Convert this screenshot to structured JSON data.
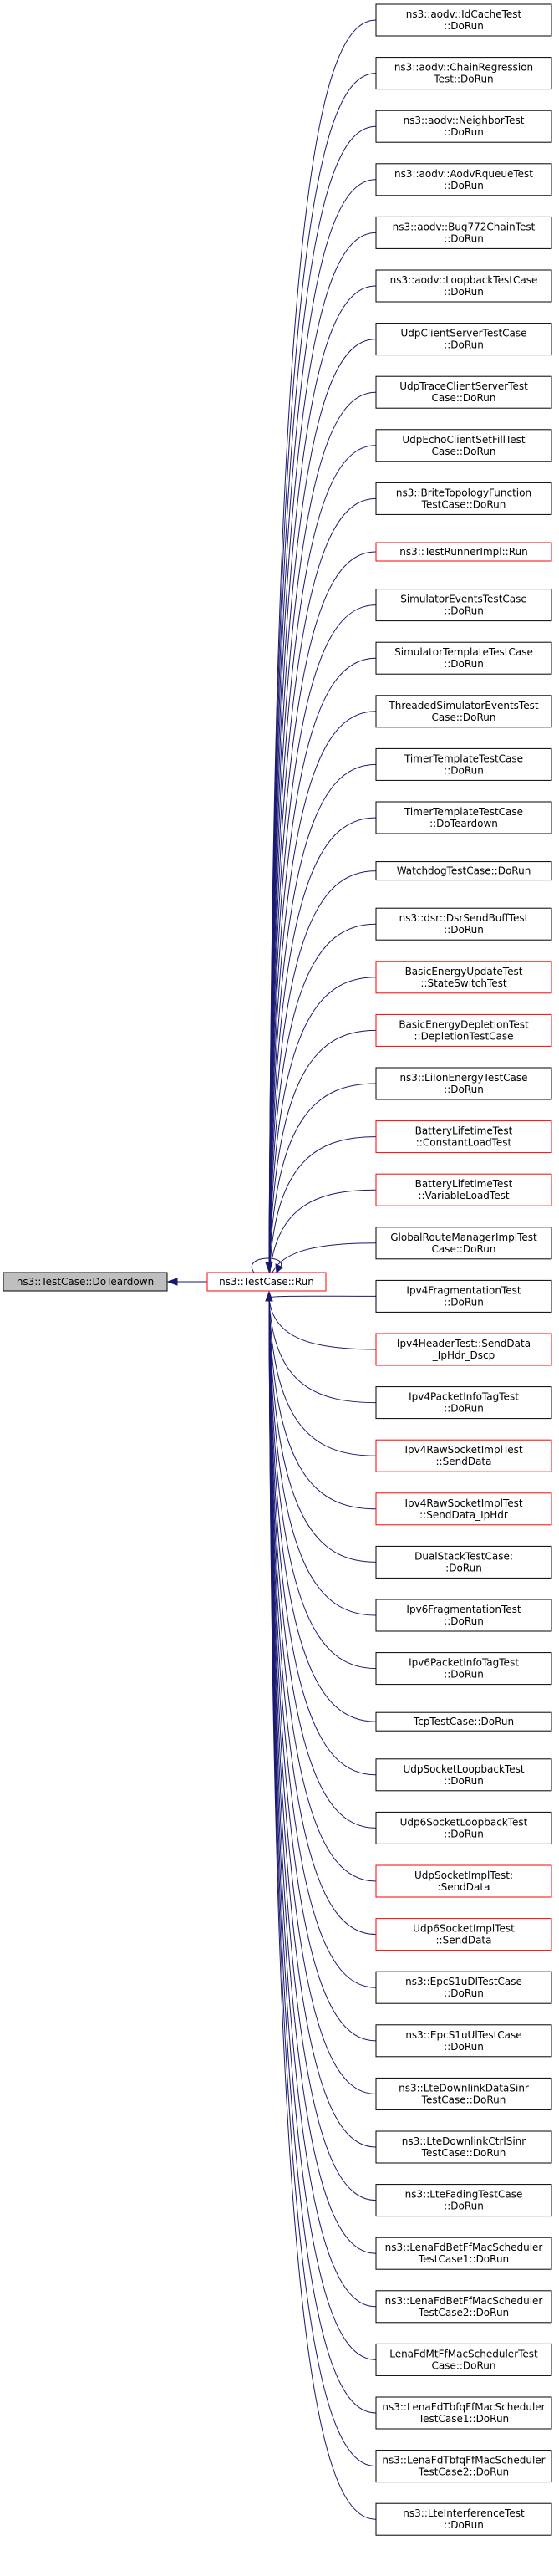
{
  "root": {
    "lines": [
      "ns3::TestCase::DoTeardown"
    ],
    "color": "#bfbfbf"
  },
  "hub": {
    "lines": [
      "ns3::TestCase::Run"
    ],
    "border": "#ff0000"
  },
  "edge_color": "#191970",
  "callers": [
    {
      "lines": [
        "ns3::aodv::IdCacheTest",
        "::DoRun"
      ],
      "red": false
    },
    {
      "lines": [
        "ns3::aodv::ChainRegression",
        "Test::DoRun"
      ],
      "red": false
    },
    {
      "lines": [
        "ns3::aodv::NeighborTest",
        "::DoRun"
      ],
      "red": false
    },
    {
      "lines": [
        "ns3::aodv::AodvRqueueTest",
        "::DoRun"
      ],
      "red": false
    },
    {
      "lines": [
        "ns3::aodv::Bug772ChainTest",
        "::DoRun"
      ],
      "red": false
    },
    {
      "lines": [
        "ns3::aodv::LoopbackTestCase",
        "::DoRun"
      ],
      "red": false
    },
    {
      "lines": [
        "UdpClientServerTestCase",
        "::DoRun"
      ],
      "red": false
    },
    {
      "lines": [
        "UdpTraceClientServerTest",
        "Case::DoRun"
      ],
      "red": false
    },
    {
      "lines": [
        "UdpEchoClientSetFillTest",
        "Case::DoRun"
      ],
      "red": false
    },
    {
      "lines": [
        "ns3::BriteTopologyFunction",
        "TestCase::DoRun"
      ],
      "red": false
    },
    {
      "lines": [
        "ns3::TestRunnerImpl::Run"
      ],
      "red": true
    },
    {
      "lines": [
        "SimulatorEventsTestCase",
        "::DoRun"
      ],
      "red": false
    },
    {
      "lines": [
        "SimulatorTemplateTestCase",
        "::DoRun"
      ],
      "red": false
    },
    {
      "lines": [
        "ThreadedSimulatorEventsTest",
        "Case::DoRun"
      ],
      "red": false
    },
    {
      "lines": [
        "TimerTemplateTestCase",
        "::DoRun"
      ],
      "red": false
    },
    {
      "lines": [
        "TimerTemplateTestCase",
        "::DoTeardown"
      ],
      "red": false
    },
    {
      "lines": [
        "WatchdogTestCase::DoRun"
      ],
      "red": false
    },
    {
      "lines": [
        "ns3::dsr::DsrSendBuffTest",
        "::DoRun"
      ],
      "red": false
    },
    {
      "lines": [
        "BasicEnergyUpdateTest",
        "::StateSwitchTest"
      ],
      "red": true
    },
    {
      "lines": [
        "BasicEnergyDepletionTest",
        "::DepletionTestCase"
      ],
      "red": true
    },
    {
      "lines": [
        "ns3::LiIonEnergyTestCase",
        "::DoRun"
      ],
      "red": false
    },
    {
      "lines": [
        "BatteryLifetimeTest",
        "::ConstantLoadTest"
      ],
      "red": true
    },
    {
      "lines": [
        "BatteryLifetimeTest",
        "::VariableLoadTest"
      ],
      "red": true
    },
    {
      "lines": [
        "GlobalRouteManagerImplTest",
        "Case::DoRun"
      ],
      "red": false
    },
    {
      "lines": [
        "Ipv4FragmentationTest",
        "::DoRun"
      ],
      "red": false
    },
    {
      "lines": [
        "Ipv4HeaderTest::SendData",
        "_IpHdr_Dscp"
      ],
      "red": true
    },
    {
      "lines": [
        "Ipv4PacketInfoTagTest",
        "::DoRun"
      ],
      "red": false
    },
    {
      "lines": [
        "Ipv4RawSocketImplTest",
        "::SendData"
      ],
      "red": true
    },
    {
      "lines": [
        "Ipv4RawSocketImplTest",
        "::SendData_IpHdr"
      ],
      "red": true
    },
    {
      "lines": [
        "DualStackTestCase:",
        ":DoRun"
      ],
      "red": false
    },
    {
      "lines": [
        "Ipv6FragmentationTest",
        "::DoRun"
      ],
      "red": false
    },
    {
      "lines": [
        "Ipv6PacketInfoTagTest",
        "::DoRun"
      ],
      "red": false
    },
    {
      "lines": [
        "TcpTestCase::DoRun"
      ],
      "red": false
    },
    {
      "lines": [
        "UdpSocketLoopbackTest",
        "::DoRun"
      ],
      "red": false
    },
    {
      "lines": [
        "Udp6SocketLoopbackTest",
        "::DoRun"
      ],
      "red": false
    },
    {
      "lines": [
        "UdpSocketImplTest:",
        ":SendData"
      ],
      "red": true
    },
    {
      "lines": [
        "Udp6SocketImplTest",
        "::SendData"
      ],
      "red": true
    },
    {
      "lines": [
        "ns3::EpcS1uDlTestCase",
        "::DoRun"
      ],
      "red": false
    },
    {
      "lines": [
        "ns3::EpcS1uUlTestCase",
        "::DoRun"
      ],
      "red": false
    },
    {
      "lines": [
        "ns3::LteDownlinkDataSinr",
        "TestCase::DoRun"
      ],
      "red": false
    },
    {
      "lines": [
        "ns3::LteDownlinkCtrlSinr",
        "TestCase::DoRun"
      ],
      "red": false
    },
    {
      "lines": [
        "ns3::LteFadingTestCase",
        "::DoRun"
      ],
      "red": false
    },
    {
      "lines": [
        "ns3::LenaFdBetFfMacScheduler",
        "TestCase1::DoRun"
      ],
      "red": false
    },
    {
      "lines": [
        "ns3::LenaFdBetFfMacScheduler",
        "TestCase2::DoRun"
      ],
      "red": false
    },
    {
      "lines": [
        "LenaFdMtFfMacSchedulerTest",
        "Case::DoRun"
      ],
      "red": false
    },
    {
      "lines": [
        "ns3::LenaFdTbfqFfMacScheduler",
        "TestCase1::DoRun"
      ],
      "red": false
    },
    {
      "lines": [
        "ns3::LenaFdTbfqFfMacScheduler",
        "TestCase2::DoRun"
      ],
      "red": false
    },
    {
      "lines": [
        "ns3::LteInterferenceTest",
        "::DoRun"
      ],
      "red": false
    }
  ]
}
